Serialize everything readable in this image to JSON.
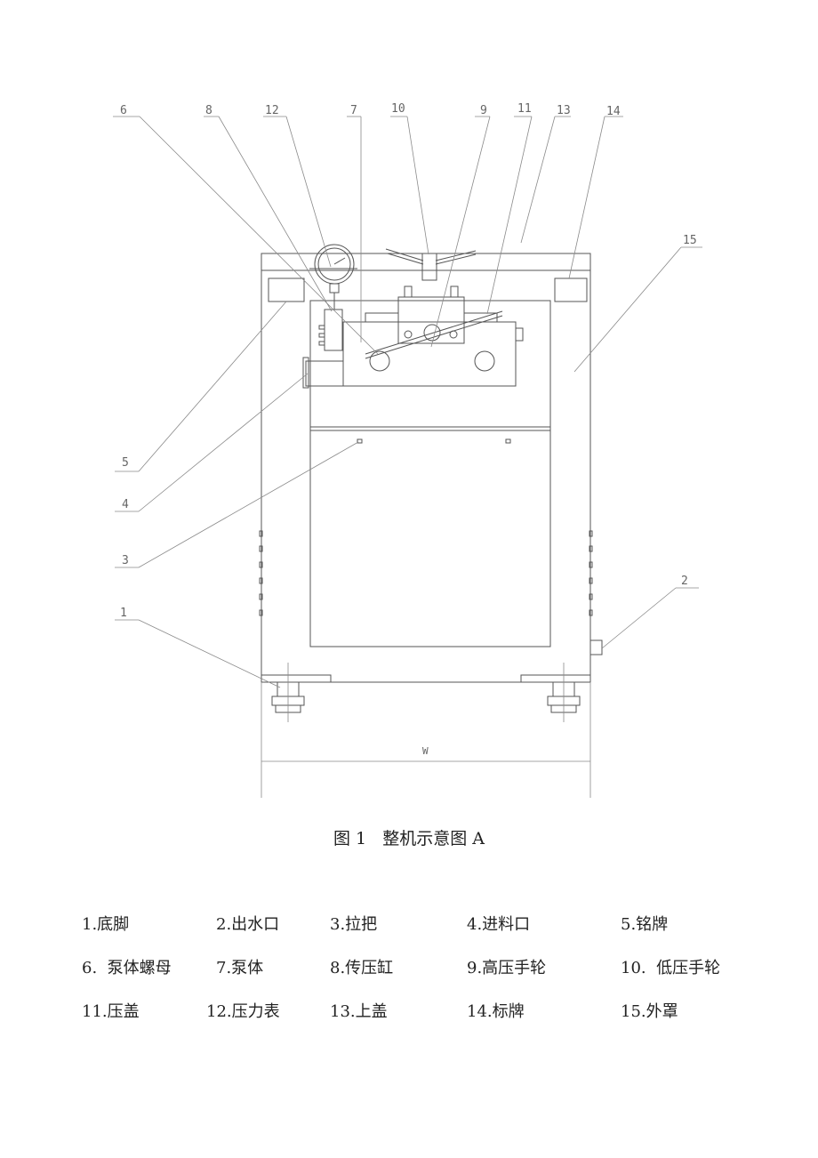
{
  "callouts": [
    "1",
    "2",
    "3",
    "4",
    "5",
    "6",
    "7",
    "8",
    "9",
    "10",
    "11",
    "12",
    "13",
    "14",
    "15"
  ],
  "dimension_label": "W",
  "caption": {
    "figure": "图 1",
    "title": "整机示意图 A"
  },
  "legend": [
    [
      "1.底脚",
      "2.出水口",
      "3.拉把",
      "4.进料口",
      "5.铭牌"
    ],
    [
      "6.  泵体螺母",
      "7.泵体",
      "8.传压缸",
      "9.高压手轮",
      "10.  低压手轮"
    ],
    [
      "11.压盖",
      "12.压力表",
      "13.上盖",
      "14.标牌",
      "15.外罩"
    ]
  ]
}
